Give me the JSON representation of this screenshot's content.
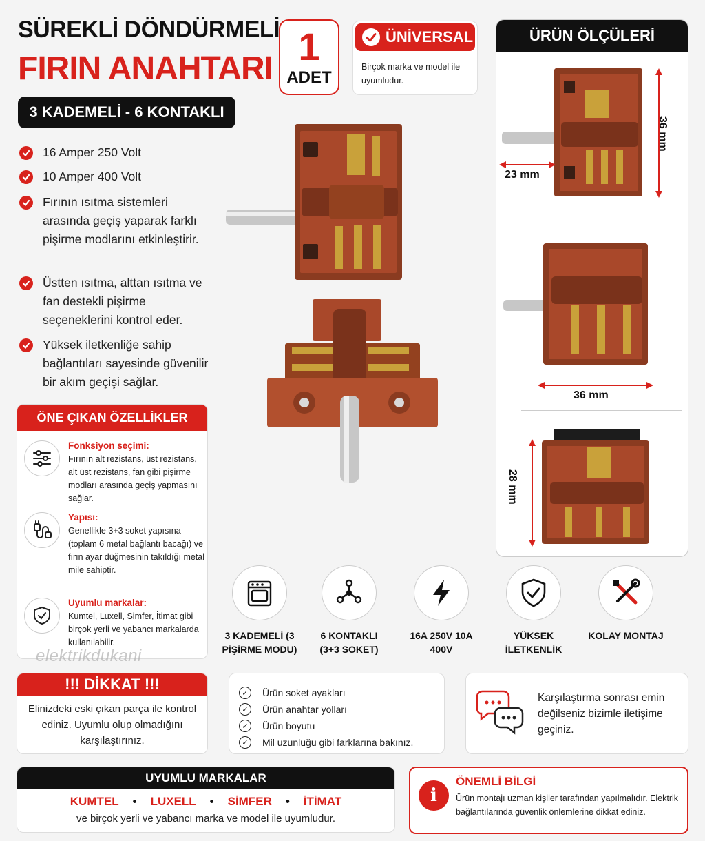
{
  "header": {
    "title_line1": "SÜREKLİ DÖNDÜRMELİ",
    "title_line2": "FIRIN ANAHTARI",
    "subtitle": "3 KADEMELİ - 6 KONTAKLI"
  },
  "quantity": {
    "number": "1",
    "unit": "ADET"
  },
  "universal": {
    "title": "ÜNİVERSAL",
    "text": "Birçok marka ve model ile uyumludur."
  },
  "bullets": [
    "16 Amper 250 Volt",
    "10 Amper 400 Volt",
    "Fırının ısıtma sistemleri arasında geçiş yaparak farklı pişirme modlarını etkinleştirir.",
    "Üstten ısıtma, alttan ısıtma ve fan destekli pişirme seçeneklerini kontrol eder.",
    "Yüksek iletkenliğe sahip bağlantıları sayesinde güvenilir bir akım geçişi sağlar."
  ],
  "features": {
    "title": "ÖNE ÇIKAN ÖZELLİKLER",
    "items": [
      {
        "title": "Fonksiyon seçimi:",
        "text": "Fırının alt rezistans, üst rezistans, alt üst rezistans, fan gibi pişirme modları arasında geçiş yapmasını sağlar.",
        "icon": "sliders-icon"
      },
      {
        "title": "Yapısı:",
        "text": "Genellikle 3+3 soket yapısına (toplam 6 metal bağlantı bacağı) ve fırın ayar düğmesinin takıldığı metal mile sahiptir.",
        "icon": "plug-icon"
      },
      {
        "title": "Uyumlu markalar:",
        "text": "Kumtel, Luxell, Simfer, İtimat gibi birçok yerli ve yabancı markalarda kullanılabilir.",
        "icon": "shield-check-icon"
      }
    ]
  },
  "watermark": "elektrikdukani",
  "dimensions": {
    "title": "ÜRÜN ÖLÇÜLERİ",
    "shaft": "23 mm",
    "height": "36 mm",
    "width": "36 mm",
    "depth": "28 mm"
  },
  "icons": [
    {
      "label": "3 KADEMELİ (3 PİŞİRME MODU)",
      "icon": "oven-icon"
    },
    {
      "label": "6 KONTAKLI (3+3 SOKET)",
      "icon": "network-icon"
    },
    {
      "label": "16A 250V 10A 400V",
      "icon": "lightning-icon"
    },
    {
      "label": "YÜKSEK İLETKENLİK",
      "icon": "shield-check-icon"
    },
    {
      "label": "KOLAY MONTAJ",
      "icon": "tools-icon"
    }
  ],
  "dikkat": {
    "title": "!!! DİKKAT !!!",
    "text": "Elinizdeki eski çıkan parça ile kontrol ediniz. Uyumlu olup olmadığını karşılaştırınız."
  },
  "checklist": [
    "Ürün soket ayakları",
    "Ürün anahtar yolları",
    "Ürün boyutu",
    "Mil uzunluğu gibi farklarına bakınız."
  ],
  "contact": {
    "text": "Karşılaştırma sonrası emin değilseniz bizimle iletişime geçiniz."
  },
  "brands": {
    "title": "UYUMLU MARKALAR",
    "list": [
      "KUMTEL",
      "LUXELL",
      "SİMFER",
      "İTİMAT"
    ],
    "separator": "•",
    "note": "ve birçok yerli ve yabancı marka ve model ile uyumludur."
  },
  "info": {
    "title": "ÖNEMLİ BİLGİ",
    "text": "Ürün montajı uzman kişiler tarafından yapılmalıdır. Elektrik bağlantılarında güvenlik önlemlerine dikkat ediniz."
  },
  "colors": {
    "accent": "#d8221c",
    "dark": "#111111",
    "body": "#833a21",
    "brass": "#c9a13a"
  }
}
